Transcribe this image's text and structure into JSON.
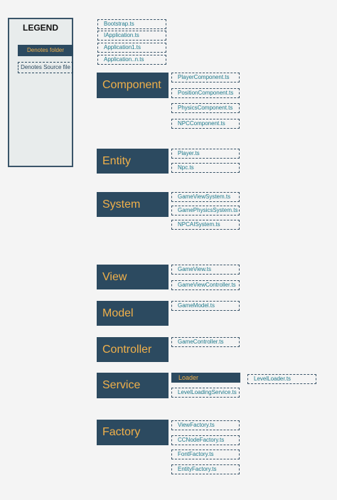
{
  "legend": {
    "title": "LEGEND",
    "folder_label": "Denotes folder",
    "file_label": "Denotes Source file"
  },
  "root_files": [
    "Bootstrap.ts",
    "IApplication.ts",
    "Application1.ts",
    "Application..n.ts"
  ],
  "folders": {
    "component": {
      "label": "Component",
      "files": [
        "PlayerComponent.ts",
        "PositionComponent.ts",
        "PhysicsComponent.ts",
        "NPCComponent.ts"
      ]
    },
    "entity": {
      "label": "Entity",
      "files": [
        "Player.ts",
        "Npc.ts"
      ]
    },
    "system": {
      "label": "System",
      "files": [
        "GameViewSystem.ts",
        "GamePhysicsSystem.ts",
        "NPCAISystem.ts"
      ]
    },
    "view": {
      "label": "View",
      "files": [
        "GameView.ts",
        "GameViewController.ts"
      ]
    },
    "model": {
      "label": "Model",
      "files": [
        "GameModel.ts"
      ]
    },
    "controller": {
      "label": "Controller",
      "files": [
        "GameController.ts"
      ]
    },
    "service": {
      "label": "Service",
      "subfolder": {
        "label": "Loader",
        "files": [
          "LevelLoader.ts"
        ]
      },
      "files": [
        "LevelLoadingService.ts"
      ]
    },
    "factory": {
      "label": "Factory",
      "files": [
        "ViewFactory.ts",
        "CCNodeFactory.ts",
        "FontFactory.ts",
        "EntityFactory.ts"
      ]
    }
  },
  "colors": {
    "folder_fill": "#2c4a60",
    "folder_text": "#f0b04a",
    "file_text": "#1f7a8c",
    "file_border": "#3a5569"
  }
}
